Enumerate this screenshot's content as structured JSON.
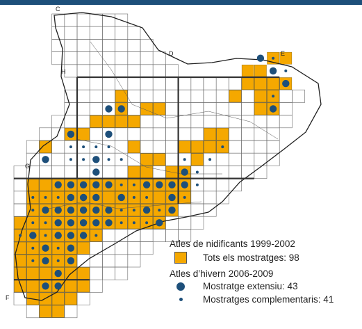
{
  "colors": {
    "header_bar": "#1d4f7a",
    "grid_line": "#6a6a6a",
    "coast_line": "#1f1f1f",
    "square_fill": "#f5a800",
    "dot": "#1d4f7a",
    "text": "#222222"
  },
  "map": {
    "zone_labels": [
      "C",
      "D",
      "E",
      "H",
      "G",
      "F"
    ],
    "grid_total_squares_note": "",
    "filled_squares": [
      [
        20,
        3
      ],
      [
        21,
        3
      ],
      [
        19,
        4
      ],
      [
        18,
        4
      ],
      [
        18,
        5
      ],
      [
        19,
        5
      ],
      [
        20,
        5
      ],
      [
        21,
        5
      ],
      [
        17,
        6
      ],
      [
        19,
        6
      ],
      [
        20,
        6
      ],
      [
        19,
        7
      ],
      [
        20,
        7
      ],
      [
        8,
        6
      ],
      [
        8,
        7
      ],
      [
        10,
        7
      ],
      [
        11,
        7
      ],
      [
        6,
        8
      ],
      [
        7,
        8
      ],
      [
        8,
        8
      ],
      [
        9,
        8
      ],
      [
        4,
        9
      ],
      [
        5,
        9
      ],
      [
        2,
        10
      ],
      [
        15,
        9
      ],
      [
        16,
        9
      ],
      [
        9,
        10
      ],
      [
        13,
        10
      ],
      [
        14,
        10
      ],
      [
        15,
        10
      ],
      [
        16,
        10
      ],
      [
        10,
        11
      ],
      [
        11,
        11
      ],
      [
        14,
        11
      ],
      [
        9,
        12
      ],
      [
        10,
        12
      ],
      [
        12,
        12
      ],
      [
        13,
        12
      ],
      [
        1,
        13
      ],
      [
        2,
        13
      ],
      [
        3,
        13
      ],
      [
        4,
        13
      ],
      [
        5,
        13
      ],
      [
        6,
        13
      ],
      [
        7,
        13
      ],
      [
        8,
        13
      ],
      [
        9,
        13
      ],
      [
        10,
        13
      ],
      [
        11,
        13
      ],
      [
        12,
        13
      ],
      [
        13,
        13
      ],
      [
        1,
        14
      ],
      [
        2,
        14
      ],
      [
        3,
        14
      ],
      [
        4,
        14
      ],
      [
        5,
        14
      ],
      [
        6,
        14
      ],
      [
        7,
        14
      ],
      [
        8,
        14
      ],
      [
        9,
        14
      ],
      [
        10,
        14
      ],
      [
        11,
        14
      ],
      [
        12,
        14
      ],
      [
        13,
        14
      ],
      [
        1,
        15
      ],
      [
        2,
        15
      ],
      [
        3,
        15
      ],
      [
        4,
        15
      ],
      [
        5,
        15
      ],
      [
        6,
        15
      ],
      [
        7,
        15
      ],
      [
        8,
        15
      ],
      [
        9,
        15
      ],
      [
        10,
        15
      ],
      [
        11,
        15
      ],
      [
        12,
        15
      ],
      [
        0,
        16
      ],
      [
        1,
        16
      ],
      [
        2,
        16
      ],
      [
        3,
        16
      ],
      [
        4,
        16
      ],
      [
        5,
        16
      ],
      [
        6,
        16
      ],
      [
        7,
        16
      ],
      [
        8,
        16
      ],
      [
        9,
        16
      ],
      [
        10,
        16
      ],
      [
        11,
        16
      ],
      [
        0,
        17
      ],
      [
        1,
        17
      ],
      [
        2,
        17
      ],
      [
        3,
        17
      ],
      [
        4,
        17
      ],
      [
        5,
        17
      ],
      [
        6,
        17
      ],
      [
        0,
        18
      ],
      [
        1,
        18
      ],
      [
        2,
        18
      ],
      [
        3,
        18
      ],
      [
        4,
        18
      ],
      [
        5,
        18
      ],
      [
        0,
        19
      ],
      [
        1,
        19
      ],
      [
        2,
        19
      ],
      [
        3,
        19
      ],
      [
        4,
        19
      ],
      [
        0,
        20
      ],
      [
        1,
        20
      ],
      [
        2,
        20
      ],
      [
        3,
        20
      ],
      [
        4,
        20
      ],
      [
        5,
        20
      ],
      [
        0,
        21
      ],
      [
        1,
        21
      ],
      [
        2,
        21
      ],
      [
        3,
        21
      ],
      [
        4,
        21
      ],
      [
        5,
        21
      ],
      [
        1,
        22
      ],
      [
        2,
        22
      ],
      [
        3,
        22
      ],
      [
        4,
        22
      ],
      [
        2,
        23
      ],
      [
        3,
        23
      ]
    ],
    "big_dots": [
      [
        19,
        3
      ],
      [
        20,
        4
      ],
      [
        21,
        5
      ],
      [
        20,
        7
      ],
      [
        7,
        7
      ],
      [
        8,
        7
      ],
      [
        4,
        9
      ],
      [
        7,
        9
      ],
      [
        2,
        11
      ],
      [
        6,
        11
      ],
      [
        6,
        12
      ],
      [
        13,
        12
      ],
      [
        3,
        13
      ],
      [
        4,
        13
      ],
      [
        5,
        13
      ],
      [
        6,
        13
      ],
      [
        7,
        13
      ],
      [
        10,
        13
      ],
      [
        11,
        13
      ],
      [
        12,
        13
      ],
      [
        13,
        13
      ],
      [
        4,
        14
      ],
      [
        5,
        14
      ],
      [
        6,
        14
      ],
      [
        8,
        14
      ],
      [
        12,
        14
      ],
      [
        2,
        15
      ],
      [
        3,
        15
      ],
      [
        4,
        15
      ],
      [
        5,
        15
      ],
      [
        6,
        15
      ],
      [
        7,
        15
      ],
      [
        10,
        15
      ],
      [
        12,
        15
      ],
      [
        3,
        16
      ],
      [
        4,
        16
      ],
      [
        5,
        16
      ],
      [
        6,
        16
      ],
      [
        7,
        16
      ],
      [
        11,
        16
      ],
      [
        1,
        17
      ],
      [
        3,
        17
      ],
      [
        4,
        17
      ],
      [
        5,
        17
      ],
      [
        2,
        18
      ],
      [
        4,
        18
      ],
      [
        2,
        19
      ],
      [
        4,
        19
      ],
      [
        3,
        20
      ],
      [
        2,
        21
      ],
      [
        3,
        21
      ]
    ],
    "small_dots": [
      [
        20,
        3
      ],
      [
        21,
        4
      ],
      [
        20,
        6
      ],
      [
        5,
        11
      ],
      [
        4,
        11
      ],
      [
        7,
        11
      ],
      [
        8,
        11
      ],
      [
        6,
        10
      ],
      [
        7,
        10
      ],
      [
        5,
        10
      ],
      [
        4,
        10
      ],
      [
        16,
        10
      ],
      [
        13,
        11
      ],
      [
        15,
        11
      ],
      [
        14,
        12
      ],
      [
        8,
        13
      ],
      [
        9,
        13
      ],
      [
        4,
        13
      ],
      [
        14,
        13
      ],
      [
        1,
        14
      ],
      [
        2,
        14
      ],
      [
        3,
        14
      ],
      [
        9,
        14
      ],
      [
        10,
        14
      ],
      [
        13,
        14
      ],
      [
        1,
        15
      ],
      [
        8,
        15
      ],
      [
        9,
        15
      ],
      [
        11,
        15
      ],
      [
        1,
        16
      ],
      [
        2,
        16
      ],
      [
        8,
        16
      ],
      [
        9,
        16
      ],
      [
        10,
        16
      ],
      [
        0,
        17
      ],
      [
        2,
        17
      ],
      [
        6,
        17
      ],
      [
        1,
        18
      ],
      [
        3,
        18
      ],
      [
        1,
        19
      ],
      [
        3,
        19
      ]
    ]
  },
  "legend": {
    "breeding_title": "Atles de nidificants 1999-2002",
    "breeding_item": "Tots els mostratges: 98",
    "winter_title": "Atles d’hivern 2006-2009",
    "winter_item_extensive": "Mostratge extensiu: 43",
    "winter_item_complementary": "Mostratges complementaris: 41"
  }
}
